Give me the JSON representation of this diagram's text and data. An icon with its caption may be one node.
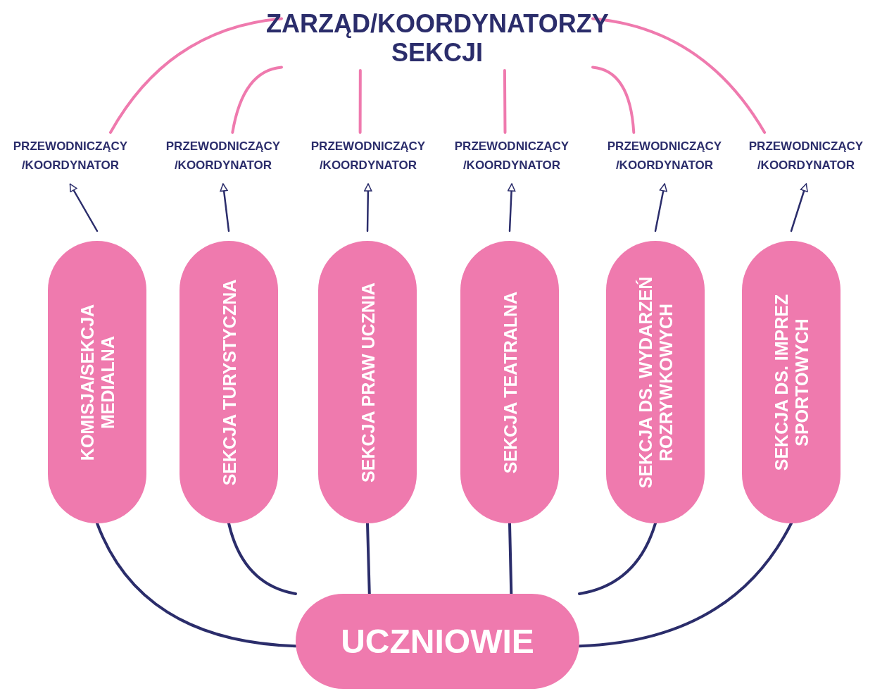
{
  "diagram": {
    "nodes": [
      {
        "text": [
          "ZARZĄD/KOORDYNATORZY SEKCJI"
        ]
      },
      {
        "text": [
          "PRZEWODNICZĄCY /KOORDYNATOR"
        ]
      },
      {
        "text": [
          "PRZEWODNICZĄCY /KOORDYNATOR"
        ]
      },
      {
        "text": [
          "PRZEWODNICZĄCY /KOORDYNATOR"
        ]
      },
      {
        "text": [
          "PRZEWODNICZĄCY /KOORDYNATOR"
        ]
      },
      {
        "text": [
          "PRZEWODNICZĄCY /KOORDYNATOR"
        ]
      },
      {
        "text": [
          "PRZEWODNICZĄCY /KOORDYNATOR"
        ]
      },
      {
        "text": [
          "KOMISJA/SEKCJA MEDIALNA"
        ]
      },
      {
        "text": [
          "SEKCJA TURYSTYCZNA"
        ]
      },
      {
        "text": [
          "SEKCJA PRAW UCZNIA"
        ]
      },
      {
        "text": [
          "SEKCJA TEATRALNA"
        ]
      },
      {
        "text": [
          "SEKCJA DS. WYDARZEŃ ROZRYWKOWYCH"
        ]
      },
      {
        "text": [
          "SEKCJA DS. IMPREZ SPORTOWYCH"
        ]
      },
      {
        "text": [
          "UCZNIOWIE"
        ]
      }
    ],
    "edges": [
      {
        "from": 1,
        "to": 0,
        "arrow": "none",
        "color": "#ef7aae"
      },
      {
        "from": 2,
        "to": 0,
        "arrow": "none",
        "color": "#ef7aae"
      },
      {
        "from": 3,
        "to": 0,
        "arrow": "none",
        "color": "#ef7aae"
      },
      {
        "from": 4,
        "to": 0,
        "arrow": "none",
        "color": "#ef7aae"
      },
      {
        "from": 5,
        "to": 0,
        "arrow": "none",
        "color": "#ef7aae"
      },
      {
        "from": 6,
        "to": 0,
        "arrow": "none",
        "color": "#ef7aae"
      },
      {
        "from": 7,
        "to": 1,
        "arrow": "to"
      },
      {
        "from": 8,
        "to": 2,
        "arrow": "to"
      },
      {
        "from": 9,
        "to": 3,
        "arrow": "to"
      },
      {
        "from": 10,
        "to": 4,
        "arrow": "to"
      },
      {
        "from": 11,
        "to": 5,
        "arrow": "to"
      },
      {
        "from": 12,
        "to": 6,
        "arrow": "to"
      },
      {
        "from": 13,
        "to": 7,
        "arrow": "none"
      },
      {
        "from": 13,
        "to": 8,
        "arrow": "none"
      },
      {
        "from": 13,
        "to": 9,
        "arrow": "none"
      },
      {
        "from": 13,
        "to": 10,
        "arrow": "none"
      },
      {
        "from": 13,
        "to": 11,
        "arrow": "none"
      },
      {
        "from": 13,
        "to": 12,
        "arrow": "none"
      }
    ]
  }
}
